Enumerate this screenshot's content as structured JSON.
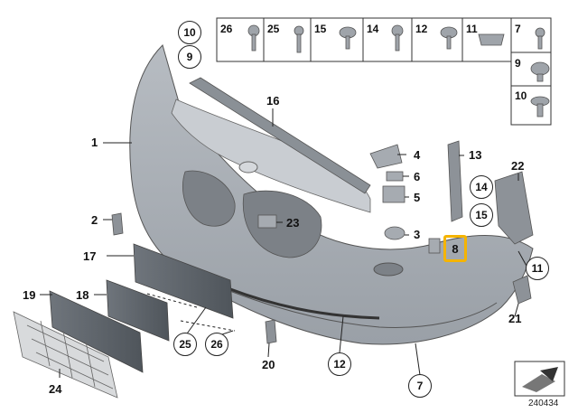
{
  "diagram": {
    "part_labels": {
      "p1": "1",
      "p2": "2",
      "p3": "3",
      "p4": "4",
      "p5": "5",
      "p6": "6",
      "p7": "7",
      "p8": "8",
      "p9": "9",
      "p10": "10",
      "p11": "11",
      "p12": "12",
      "p13": "13",
      "p14": "14",
      "p15": "15",
      "p16": "16",
      "p17": "17",
      "p18": "18",
      "p19": "19",
      "p20": "20",
      "p21": "21",
      "p22": "22",
      "p23": "23",
      "p24": "24",
      "p25": "25",
      "p26": "26"
    },
    "fastener_table": {
      "top_row": [
        "26",
        "25",
        "15",
        "14",
        "12",
        "11",
        "7"
      ],
      "side_column": [
        "9",
        "10"
      ]
    },
    "document_number": "240434",
    "highlight_color": "#f5b400"
  }
}
